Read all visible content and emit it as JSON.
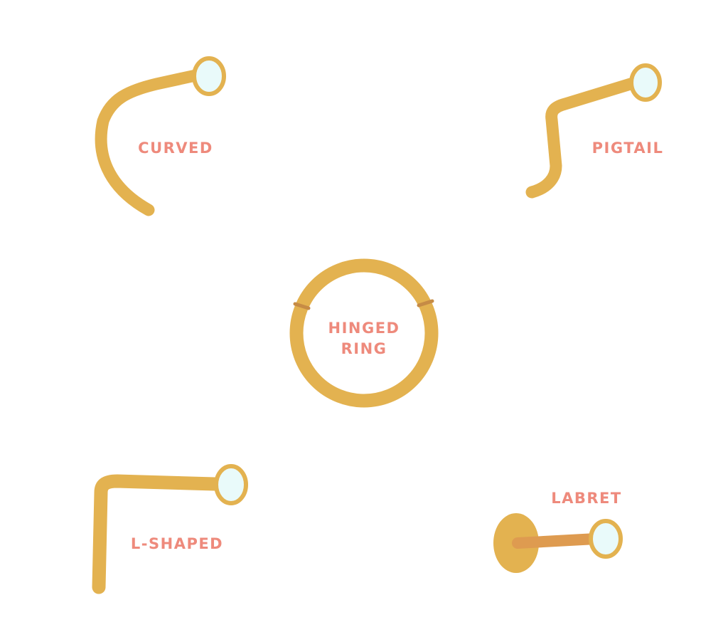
{
  "colors": {
    "gold": "#E3B250",
    "post": "#DE9B50",
    "gem": "#E9FAFA",
    "hinge": "#C68B45",
    "label": "#EE8A7C",
    "background": "#FFFFFF"
  },
  "piercings": [
    {
      "id": "curved",
      "label": "CURVED"
    },
    {
      "id": "pigtail",
      "label": "PIGTAIL"
    },
    {
      "id": "hinged-ring",
      "label_lines": [
        "HINGED",
        "RING"
      ]
    },
    {
      "id": "l-shaped",
      "label": "L-SHAPED"
    },
    {
      "id": "labret",
      "label": "LABRET"
    }
  ]
}
